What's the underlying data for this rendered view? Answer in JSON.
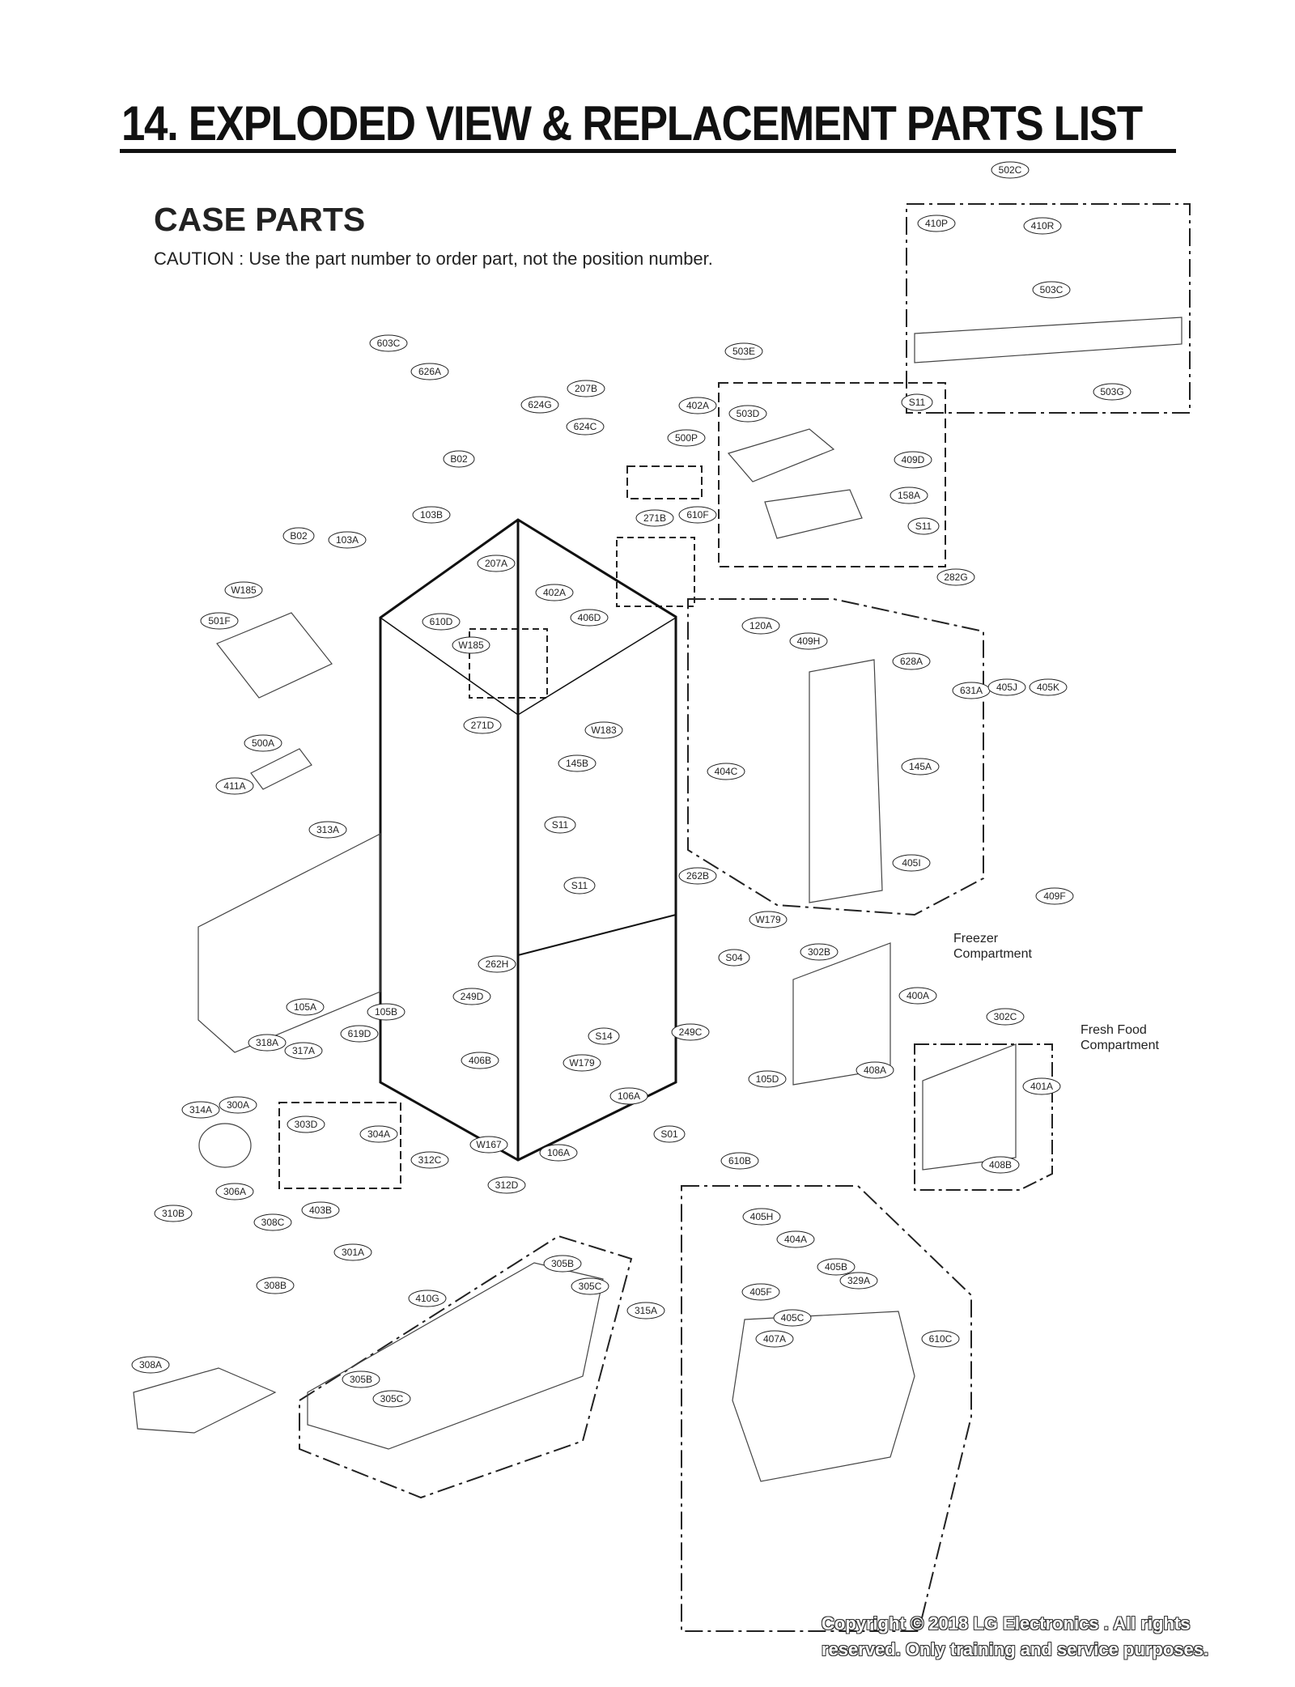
{
  "header": {
    "title": "14. EXPLODED VIEW & REPLACEMENT PARTS LIST",
    "section": "CASE PARTS",
    "caution": "CAUTION : Use the part number to order part, not the position number."
  },
  "notes": {
    "freezer": "Freezer Compartment",
    "fresh_food": "Fresh Food Compartment"
  },
  "footer": {
    "copyright": "Copyright © 2018 LG Electronics . All rights reserved. Only training and service purposes."
  },
  "callouts": [
    "502C",
    "410P",
    "410R",
    "503C",
    "503G",
    "503E",
    "S11",
    "503D",
    "409D",
    "158A",
    "S11",
    "282G",
    "603C",
    "626A",
    "207B",
    "402A",
    "624G",
    "624C",
    "500P",
    "B02",
    "103B",
    "271B",
    "610F",
    "B02",
    "103A",
    "207A",
    "402A",
    "406D",
    "W185",
    "501F",
    "610D",
    "W185",
    "271D",
    "W183",
    "120A",
    "409H",
    "628A",
    "631A",
    "405J",
    "405K",
    "404C",
    "145A",
    "500A",
    "411A",
    "145B",
    "313A",
    "S11",
    "S11",
    "405I",
    "409F",
    "262B",
    "W179",
    "S04",
    "302B",
    "400A",
    "262H",
    "249D",
    "105A",
    "105B",
    "302C",
    "318A",
    "317A",
    "619D",
    "S14",
    "249C",
    "406B",
    "W179",
    "105D",
    "408A",
    "401A",
    "106A",
    "314A",
    "300A",
    "303D",
    "304A",
    "S01",
    "W167",
    "106A",
    "312C",
    "408B",
    "610B",
    "312D",
    "306A",
    "310B",
    "403B",
    "308C",
    "405H",
    "404A",
    "301A",
    "305B",
    "405B",
    "305C",
    "329A",
    "308B",
    "410G",
    "315A",
    "405F",
    "405C",
    "407A",
    "610C",
    "308A",
    "305B",
    "305C"
  ]
}
